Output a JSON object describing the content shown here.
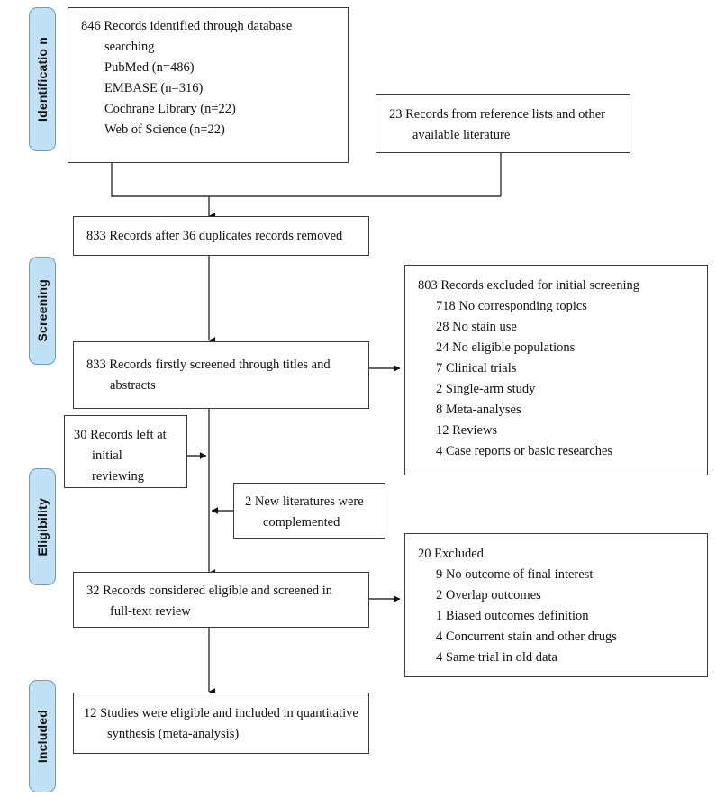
{
  "diagram": {
    "title": "PRISMA flow diagram",
    "accent_color": "#bfe0f5",
    "border_color": "#3a3a3a",
    "pill_border_color": "#6f9cbf"
  },
  "stages": [
    {
      "id": "identification",
      "label": "Identificatio n"
    },
    {
      "id": "screening",
      "label": "Screening"
    },
    {
      "id": "eligibility",
      "label": "Eligibility"
    },
    {
      "id": "included",
      "label": "Included"
    }
  ],
  "boxes": {
    "identified": {
      "lines": [
        "846 Records identified through database",
        "searching",
        "PubMed (n=486)",
        "EMBASE (n=316)",
        "Cochrane Library (n=22)",
        "Web of Science (n=22)"
      ]
    },
    "other_sources": {
      "lines": [
        "23 Records from reference lists and other",
        "available literature"
      ]
    },
    "duplicates_removed": {
      "lines": [
        "833 Records after 36 duplicates records removed"
      ]
    },
    "screened_titles": {
      "lines": [
        "833 Records firstly screened through titles and",
        "abstracts"
      ]
    },
    "excluded_initial": {
      "lines": [
        "803 Records excluded for initial screening",
        "718 No corresponding topics",
        "28 No stain use",
        "24 No eligible populations",
        "7 Clinical trials",
        "2 Single-arm study",
        "8 Meta-analyses",
        "12 Reviews",
        "4 Case reports or basic researches"
      ]
    },
    "records_left": {
      "lines": [
        "30 Records left at",
        "initial",
        "reviewing"
      ]
    },
    "new_literatures": {
      "lines": [
        "2 New literatures were",
        "complemented"
      ]
    },
    "eligible_fulltext": {
      "lines": [
        "32 Records considered eligible and screened in",
        "full-text review"
      ]
    },
    "excluded_fulltext": {
      "lines": [
        "20 Excluded",
        "9 No outcome of final interest",
        "2 Overlap outcomes",
        "1 Biased outcomes definition",
        "4 Concurrent stain and other drugs",
        "4 Same trial in old data"
      ]
    },
    "included_final": {
      "lines": [
        "12 Studies were eligible and included in quantitative",
        "synthesis (meta-analysis)"
      ]
    }
  }
}
